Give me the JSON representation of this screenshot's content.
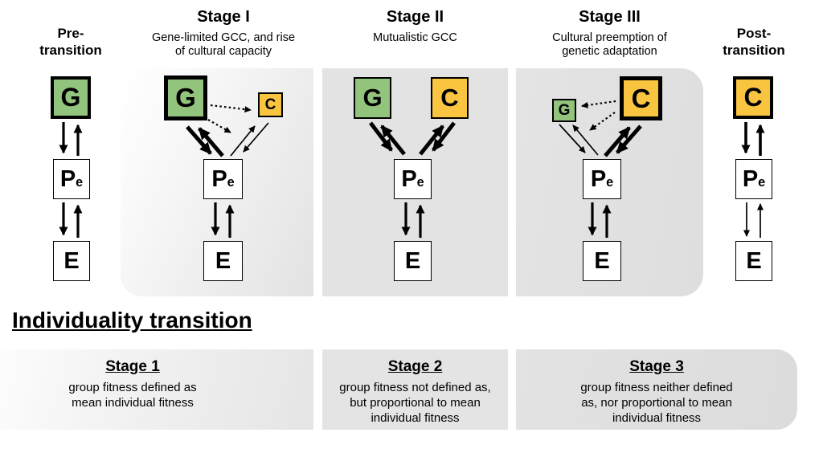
{
  "palette": {
    "green": "#93c47d",
    "yellow": "#f9c440",
    "panel_gray": "#e3e3e3",
    "line_black": "#000000"
  },
  "columns": {
    "pre": {
      "title_line1": "Pre-",
      "title_line2": "transition"
    },
    "stage1": {
      "title": "Stage I",
      "subtitle_line1": "Gene-limited GCC, and rise",
      "subtitle_line2": "of cultural capacity"
    },
    "stage2": {
      "title": "Stage II",
      "subtitle_line1": "Mutualistic GCC"
    },
    "stage3": {
      "title": "Stage III",
      "subtitle_line1": "Cultural preemption of",
      "subtitle_line2": "genetic adaptation"
    },
    "post": {
      "title_line1": "Post-",
      "title_line2": "transition"
    }
  },
  "nodes": {
    "gene": "G",
    "culture": "C",
    "phenotype_main": "P",
    "phenotype_sub": "e",
    "environment": "E"
  },
  "individuality": {
    "heading": "Individuality transition",
    "stages": [
      {
        "title": "Stage 1",
        "lines": [
          "group fitness defined as",
          "mean individual fitness"
        ]
      },
      {
        "title": "Stage 2",
        "lines": [
          "group fitness not defined as,",
          "but proportional to mean",
          "individual fitness"
        ]
      },
      {
        "title": "Stage 3",
        "lines": [
          "group fitness neither defined",
          "as, nor proportional to mean",
          "individual fitness"
        ]
      }
    ]
  }
}
